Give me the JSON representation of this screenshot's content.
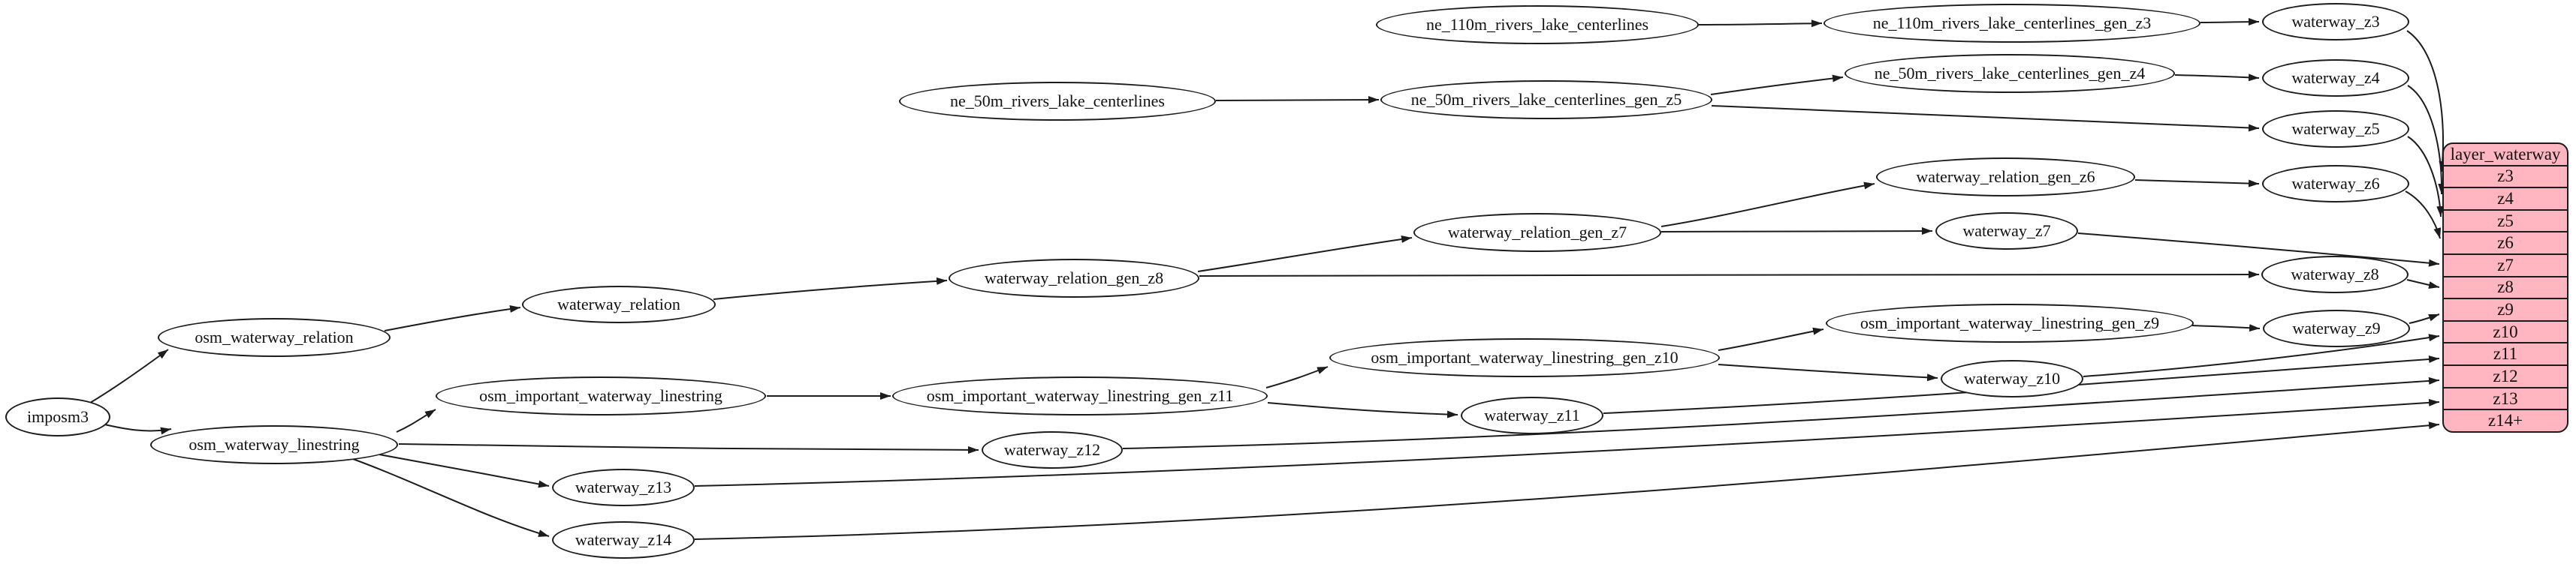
{
  "diagram": {
    "kind": "etl-dependency-graph",
    "colors": {
      "background": "#ffffff",
      "node_fill": "#ffffff",
      "node_stroke": "#1c1c1c",
      "edge_stroke": "#1c1c1c",
      "table_fill": "#ffb6c1"
    },
    "nodes": {
      "imposm3": {
        "label": "imposm3"
      },
      "osm_waterway_relation": {
        "label": "osm_waterway_relation"
      },
      "osm_waterway_linestring": {
        "label": "osm_waterway_linestring"
      },
      "waterway_relation": {
        "label": "waterway_relation"
      },
      "osm_important_waterway_linestring": {
        "label": "osm_important_waterway_linestring"
      },
      "waterway_relation_gen_z8": {
        "label": "waterway_relation_gen_z8"
      },
      "waterway_relation_gen_z7": {
        "label": "waterway_relation_gen_z7"
      },
      "waterway_relation_gen_z6": {
        "label": "waterway_relation_gen_z6"
      },
      "osm_important_waterway_linestring_gen_z11": {
        "label": "osm_important_waterway_linestring_gen_z11"
      },
      "osm_important_waterway_linestring_gen_z10": {
        "label": "osm_important_waterway_linestring_gen_z10"
      },
      "osm_important_waterway_linestring_gen_z9": {
        "label": "osm_important_waterway_linestring_gen_z9"
      },
      "ne_110m_rivers_lake_centerlines": {
        "label": "ne_110m_rivers_lake_centerlines"
      },
      "ne_110m_rivers_lake_centerlines_gen_z3": {
        "label": "ne_110m_rivers_lake_centerlines_gen_z3"
      },
      "ne_50m_rivers_lake_centerlines": {
        "label": "ne_50m_rivers_lake_centerlines"
      },
      "ne_50m_rivers_lake_centerlines_gen_z5": {
        "label": "ne_50m_rivers_lake_centerlines_gen_z5"
      },
      "ne_50m_rivers_lake_centerlines_gen_z4": {
        "label": "ne_50m_rivers_lake_centerlines_gen_z4"
      },
      "waterway_z3": {
        "label": "waterway_z3"
      },
      "waterway_z4": {
        "label": "waterway_z4"
      },
      "waterway_z5": {
        "label": "waterway_z5"
      },
      "waterway_z6": {
        "label": "waterway_z6"
      },
      "waterway_z7": {
        "label": "waterway_z7"
      },
      "waterway_z8": {
        "label": "waterway_z8"
      },
      "waterway_z9": {
        "label": "waterway_z9"
      },
      "waterway_z10": {
        "label": "waterway_z10"
      },
      "waterway_z11": {
        "label": "waterway_z11"
      },
      "waterway_z12": {
        "label": "waterway_z12"
      },
      "waterway_z13": {
        "label": "waterway_z13"
      },
      "waterway_z14": {
        "label": "waterway_z14"
      }
    },
    "edges": [
      [
        "imposm3",
        "osm_waterway_relation"
      ],
      [
        "imposm3",
        "osm_waterway_linestring"
      ],
      [
        "osm_waterway_relation",
        "waterway_relation"
      ],
      [
        "waterway_relation",
        "waterway_relation_gen_z8"
      ],
      [
        "waterway_relation_gen_z8",
        "waterway_relation_gen_z7"
      ],
      [
        "waterway_relation_gen_z8",
        "waterway_z8"
      ],
      [
        "waterway_relation_gen_z7",
        "waterway_relation_gen_z6"
      ],
      [
        "waterway_relation_gen_z7",
        "waterway_z7"
      ],
      [
        "waterway_relation_gen_z6",
        "waterway_z6"
      ],
      [
        "ne_110m_rivers_lake_centerlines",
        "ne_110m_rivers_lake_centerlines_gen_z3"
      ],
      [
        "ne_110m_rivers_lake_centerlines_gen_z3",
        "waterway_z3"
      ],
      [
        "ne_50m_rivers_lake_centerlines",
        "ne_50m_rivers_lake_centerlines_gen_z5"
      ],
      [
        "ne_50m_rivers_lake_centerlines_gen_z5",
        "ne_50m_rivers_lake_centerlines_gen_z4"
      ],
      [
        "ne_50m_rivers_lake_centerlines_gen_z5",
        "waterway_z5"
      ],
      [
        "ne_50m_rivers_lake_centerlines_gen_z4",
        "waterway_z4"
      ],
      [
        "osm_waterway_linestring",
        "osm_important_waterway_linestring"
      ],
      [
        "osm_waterway_linestring",
        "waterway_z12"
      ],
      [
        "osm_waterway_linestring",
        "waterway_z13"
      ],
      [
        "osm_waterway_linestring",
        "waterway_z14"
      ],
      [
        "osm_important_waterway_linestring",
        "osm_important_waterway_linestring_gen_z11"
      ],
      [
        "osm_important_waterway_linestring_gen_z11",
        "osm_important_waterway_linestring_gen_z10"
      ],
      [
        "osm_important_waterway_linestring_gen_z11",
        "waterway_z11"
      ],
      [
        "osm_important_waterway_linestring_gen_z10",
        "osm_important_waterway_linestring_gen_z9"
      ],
      [
        "osm_important_waterway_linestring_gen_z10",
        "waterway_z10"
      ],
      [
        "osm_important_waterway_linestring_gen_z9",
        "waterway_z9"
      ],
      [
        "waterway_z3",
        "layer_waterway.z3"
      ],
      [
        "waterway_z4",
        "layer_waterway.z4"
      ],
      [
        "waterway_z5",
        "layer_waterway.z5"
      ],
      [
        "waterway_z6",
        "layer_waterway.z6"
      ],
      [
        "waterway_z7",
        "layer_waterway.z7"
      ],
      [
        "waterway_z8",
        "layer_waterway.z8"
      ],
      [
        "waterway_z9",
        "layer_waterway.z9"
      ],
      [
        "waterway_z10",
        "layer_waterway.z10"
      ],
      [
        "waterway_z11",
        "layer_waterway.z11"
      ],
      [
        "waterway_z12",
        "layer_waterway.z12"
      ],
      [
        "waterway_z13",
        "layer_waterway.z13"
      ],
      [
        "waterway_z14",
        "layer_waterway.z14+"
      ]
    ],
    "table": {
      "title": "layer_waterway",
      "rows": [
        "z3",
        "z4",
        "z5",
        "z6",
        "z7",
        "z8",
        "z9",
        "z10",
        "z11",
        "z12",
        "z13",
        "z14+"
      ]
    }
  }
}
